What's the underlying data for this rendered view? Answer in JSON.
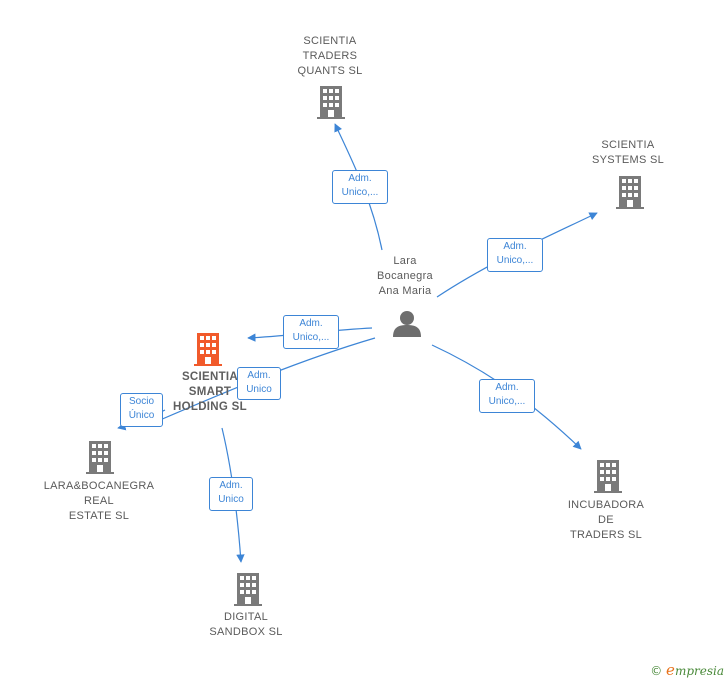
{
  "nodes": {
    "scientia_traders_quants": {
      "label": "SCIENTIA\nTRADERS\nQUANTS  SL"
    },
    "scientia_systems": {
      "label": "SCIENTIA\nSYSTEMS  SL"
    },
    "person": {
      "label": "Lara\nBocanegra\nAna Maria"
    },
    "scientia_smart_holding": {
      "label": "SCIENTIA\nSMART\nHOLDING  SL"
    },
    "lara_bocanegra_real_estate": {
      "label": "LARA&BOCANEGRA\nREAL\nESTATE  SL"
    },
    "digital_sandbox": {
      "label": "DIGITAL\nSANDBOX  SL"
    },
    "incubadora_traders": {
      "label": "INCUBADORA\nDE\nTRADERS  SL"
    }
  },
  "edges": {
    "to_quants": {
      "label": "Adm.\nUnico,..."
    },
    "to_systems": {
      "label": "Adm.\nUnico,..."
    },
    "to_holding": {
      "label": "Adm.\nUnico,..."
    },
    "to_incubadora": {
      "label": "Adm.\nUnico,..."
    },
    "holding_to_real_estate": {
      "label": "Adm.\nUnico"
    },
    "socio_unico": {
      "label": "Socio\nÚnico"
    },
    "holding_to_sandbox": {
      "label": "Adm.\nUnico"
    }
  },
  "colors": {
    "edge": "#3d85d6",
    "company_icon": "#7a7a7a",
    "main_company_icon": "#f15a2b",
    "person_icon": "#6e6e6e"
  },
  "brand": {
    "copyright": "©",
    "initial": "e",
    "name": "mpresia"
  }
}
